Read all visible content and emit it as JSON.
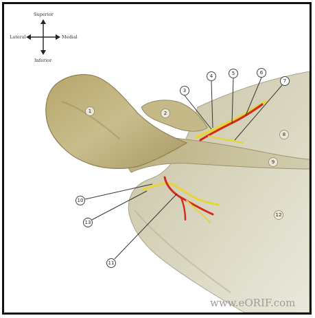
{
  "orientation": {
    "superior": "Superior",
    "inferior": "Inferior",
    "lateral": "Lateral",
    "medial": "Medial"
  },
  "labels": [
    "1",
    "2",
    "3",
    "4",
    "5",
    "6",
    "7",
    "8",
    "9",
    "10",
    "11",
    "12",
    "13"
  ],
  "watermark": "www.eORIF.com",
  "colors": {
    "artery": "#d42a1e",
    "nerve": "#e6d438",
    "bone": "#c9bf95"
  }
}
